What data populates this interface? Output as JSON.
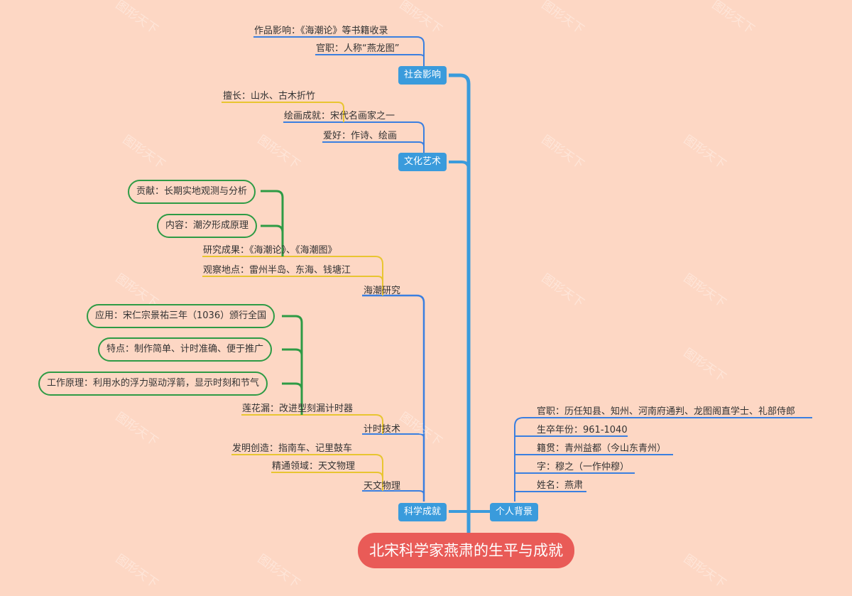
{
  "watermark": "图形天下",
  "root": "北宋科学家燕肃的生平与成就",
  "branches": {
    "social": {
      "label": "社会影响",
      "items": [
        "作品影响：《海潮论》等书籍收录",
        "官职：人称“燕龙图”"
      ]
    },
    "culture": {
      "label": "文化艺术",
      "items": [
        "擅长：山水、古木折竹",
        "绘画成就：宋代名画家之一",
        "爱好：作诗、绘画"
      ]
    },
    "science": {
      "label": "科学成就",
      "tide": {
        "label": "海潮研究",
        "research": "研究成果：《海潮论》、《海潮图》",
        "research_details": [
          "贡献：长期实地观测与分析",
          "内容：潮汐形成原理"
        ],
        "observation": "观察地点：雷州半岛、东海、钱塘江"
      },
      "timing": {
        "label": "计时技术",
        "clepsydra": "莲花漏：改进型刻漏计时器",
        "clepsydra_details": [
          "应用：宋仁宗景祐三年（1036）颁行全国",
          "特点：制作简单、计时准确、便于推广",
          "工作原理：利用水的浮力驱动浮箭，显示时刻和节气"
        ]
      },
      "astronomy": {
        "label": "天文物理",
        "items": [
          "发明创造：指南车、记里鼓车",
          "精通领域：天文物理"
        ]
      }
    },
    "personal": {
      "label": "个人背景",
      "items": [
        "官职：历任知县、知州、河南府通判、龙图阁直学士、礼部侍郎",
        "生卒年份：961-1040",
        "籍贯：青州益都（今山东青州）",
        "字：穆之（一作仲穆）",
        "姓名：燕肃"
      ]
    }
  }
}
